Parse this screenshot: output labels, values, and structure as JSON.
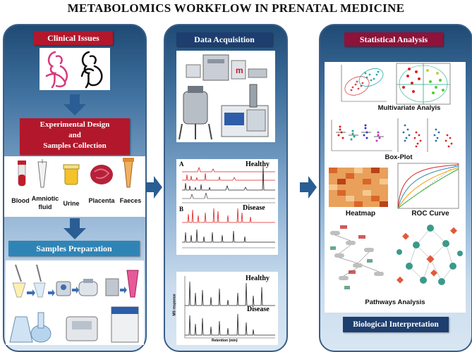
{
  "title": "METABOLOMICS WORKFLOW IN PRENATAL MEDICINE",
  "panel1": {
    "clinical_issues": "Clinical  Issues",
    "design_line1": "Experimental Design",
    "design_line2": "and",
    "design_line3": "Samples Collection",
    "samples": [
      "Blood",
      "Amniotic\nfluid",
      "Urine",
      "Placenta",
      "Faeces"
    ],
    "samples_preparation": "Samples Preparation"
  },
  "panel2": {
    "data_acquisition": "Data Acquisition",
    "nmr_a": "A",
    "nmr_healthy": "Healthy",
    "nmr_b": "B",
    "nmr_disease": "Disease",
    "ms_healthy": "Healthy",
    "ms_disease": "Disease",
    "ms_axis_x": "Retention (min)",
    "ms_axis_y": "MS response"
  },
  "panel3": {
    "statistical_analysis": "Statistical Analysis",
    "multivariate": "Multivariate Analyis",
    "boxplot": "Box-Plot",
    "heatmap": "Heatmap",
    "roc": "ROC Curve",
    "pathways": "Pathways Analysis",
    "biological": "Biological Interpretation"
  },
  "colors": {
    "panel_dark": "#1f4a74",
    "panel_light": "#d9e6f3",
    "header_red": "#b3172b",
    "header_navy": "#1d3e6e",
    "header_maroon": "#8e1239",
    "header_teal": "#2f84b6",
    "arrow": "#2a5d93"
  }
}
